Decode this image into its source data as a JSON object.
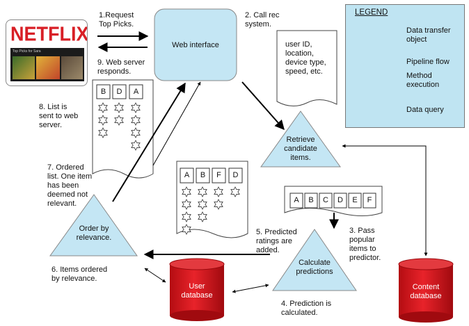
{
  "labels": {
    "step1": "1.Request\nTop Picks.",
    "step2": "2. Call rec\nsystem.",
    "step3": "3. Pass\npopular\nitems to\npredictor.",
    "step4": "4. Prediction is\ncalculated.",
    "step5": "5. Predicted\nratings are\nadded.",
    "step6": "6. Items ordered\nby relevance.",
    "step7": "7. Ordered\nlist. One item\nhas been\ndeemed not\nrelevant.",
    "step8": "8. List is\nsent to web\nserver.",
    "step9": "9. Web server\nresponds."
  },
  "nodes": {
    "web_interface": "Web interface",
    "retrieve": "Retrieve\ncandidate\nitems.",
    "calculate": "Calculate\npredictions",
    "order": "Order by\nrelevance.",
    "user_db": "User\ndatabase",
    "content_db": "Content\ndatabase",
    "user_info": "user ID,\nlocation,\ndevice type,\nspeed, etc."
  },
  "netflix": {
    "logo": "NETFLIX",
    "row_label": "Top Picks for Sara"
  },
  "item_lists": {
    "candidates": [
      "A",
      "B",
      "C",
      "D",
      "E",
      "F"
    ],
    "predicted": [
      "A",
      "B",
      "F",
      "D"
    ],
    "ordered": [
      "B",
      "D",
      "A"
    ]
  },
  "legend": {
    "title": "LEGEND",
    "items": [
      {
        "label": "Data transfer\nobject",
        "symbol": "document"
      },
      {
        "label": "Pipeline flow",
        "symbol": "arrow"
      },
      {
        "label": "Method\nexecution",
        "symbol": "triangle"
      },
      {
        "label": "Data query",
        "symbol": "double-arrow"
      }
    ]
  },
  "colors": {
    "node_fill": "#c4e6f4",
    "db_red": "#d8141c",
    "legend_bg": "#bfe4f2",
    "netflix_red": "#d81f26"
  }
}
